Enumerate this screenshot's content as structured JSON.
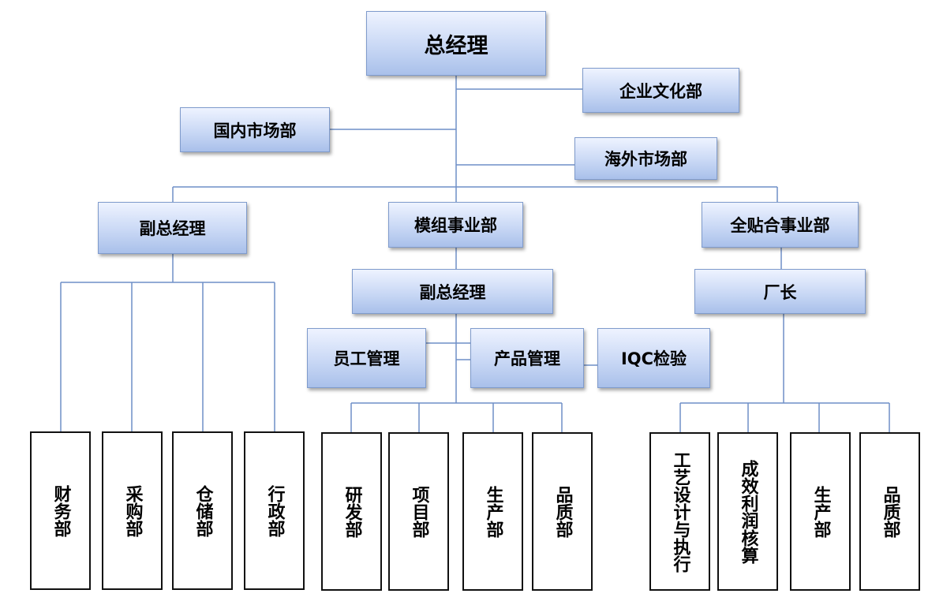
{
  "nodes": {
    "general_manager": "总经理",
    "corporate_culture": "企业文化部",
    "domestic_market": "国内市场部",
    "overseas_market": "海外市场部",
    "vice_gm_left": "副总经理",
    "module_division": "模组事业部",
    "full_lamination_division": "全贴合事业部",
    "vice_gm_middle": "副总经理",
    "factory_director": "厂长",
    "staff_management": "员工管理",
    "product_management": "产品管理",
    "iqc_inspection": "IQC检验"
  },
  "leaves": {
    "left": [
      "财务部",
      "采购部",
      "仓储部",
      "行政部"
    ],
    "middle": [
      "研发部",
      "项目部",
      "生产部",
      "品质部"
    ],
    "right": [
      "工艺设计与执行",
      "成效利润核算",
      "生产部",
      "品质部"
    ]
  },
  "colors": {
    "line": "#6f8fc7",
    "box_border": "#7f9bcc",
    "leaf_border": "#111111"
  }
}
